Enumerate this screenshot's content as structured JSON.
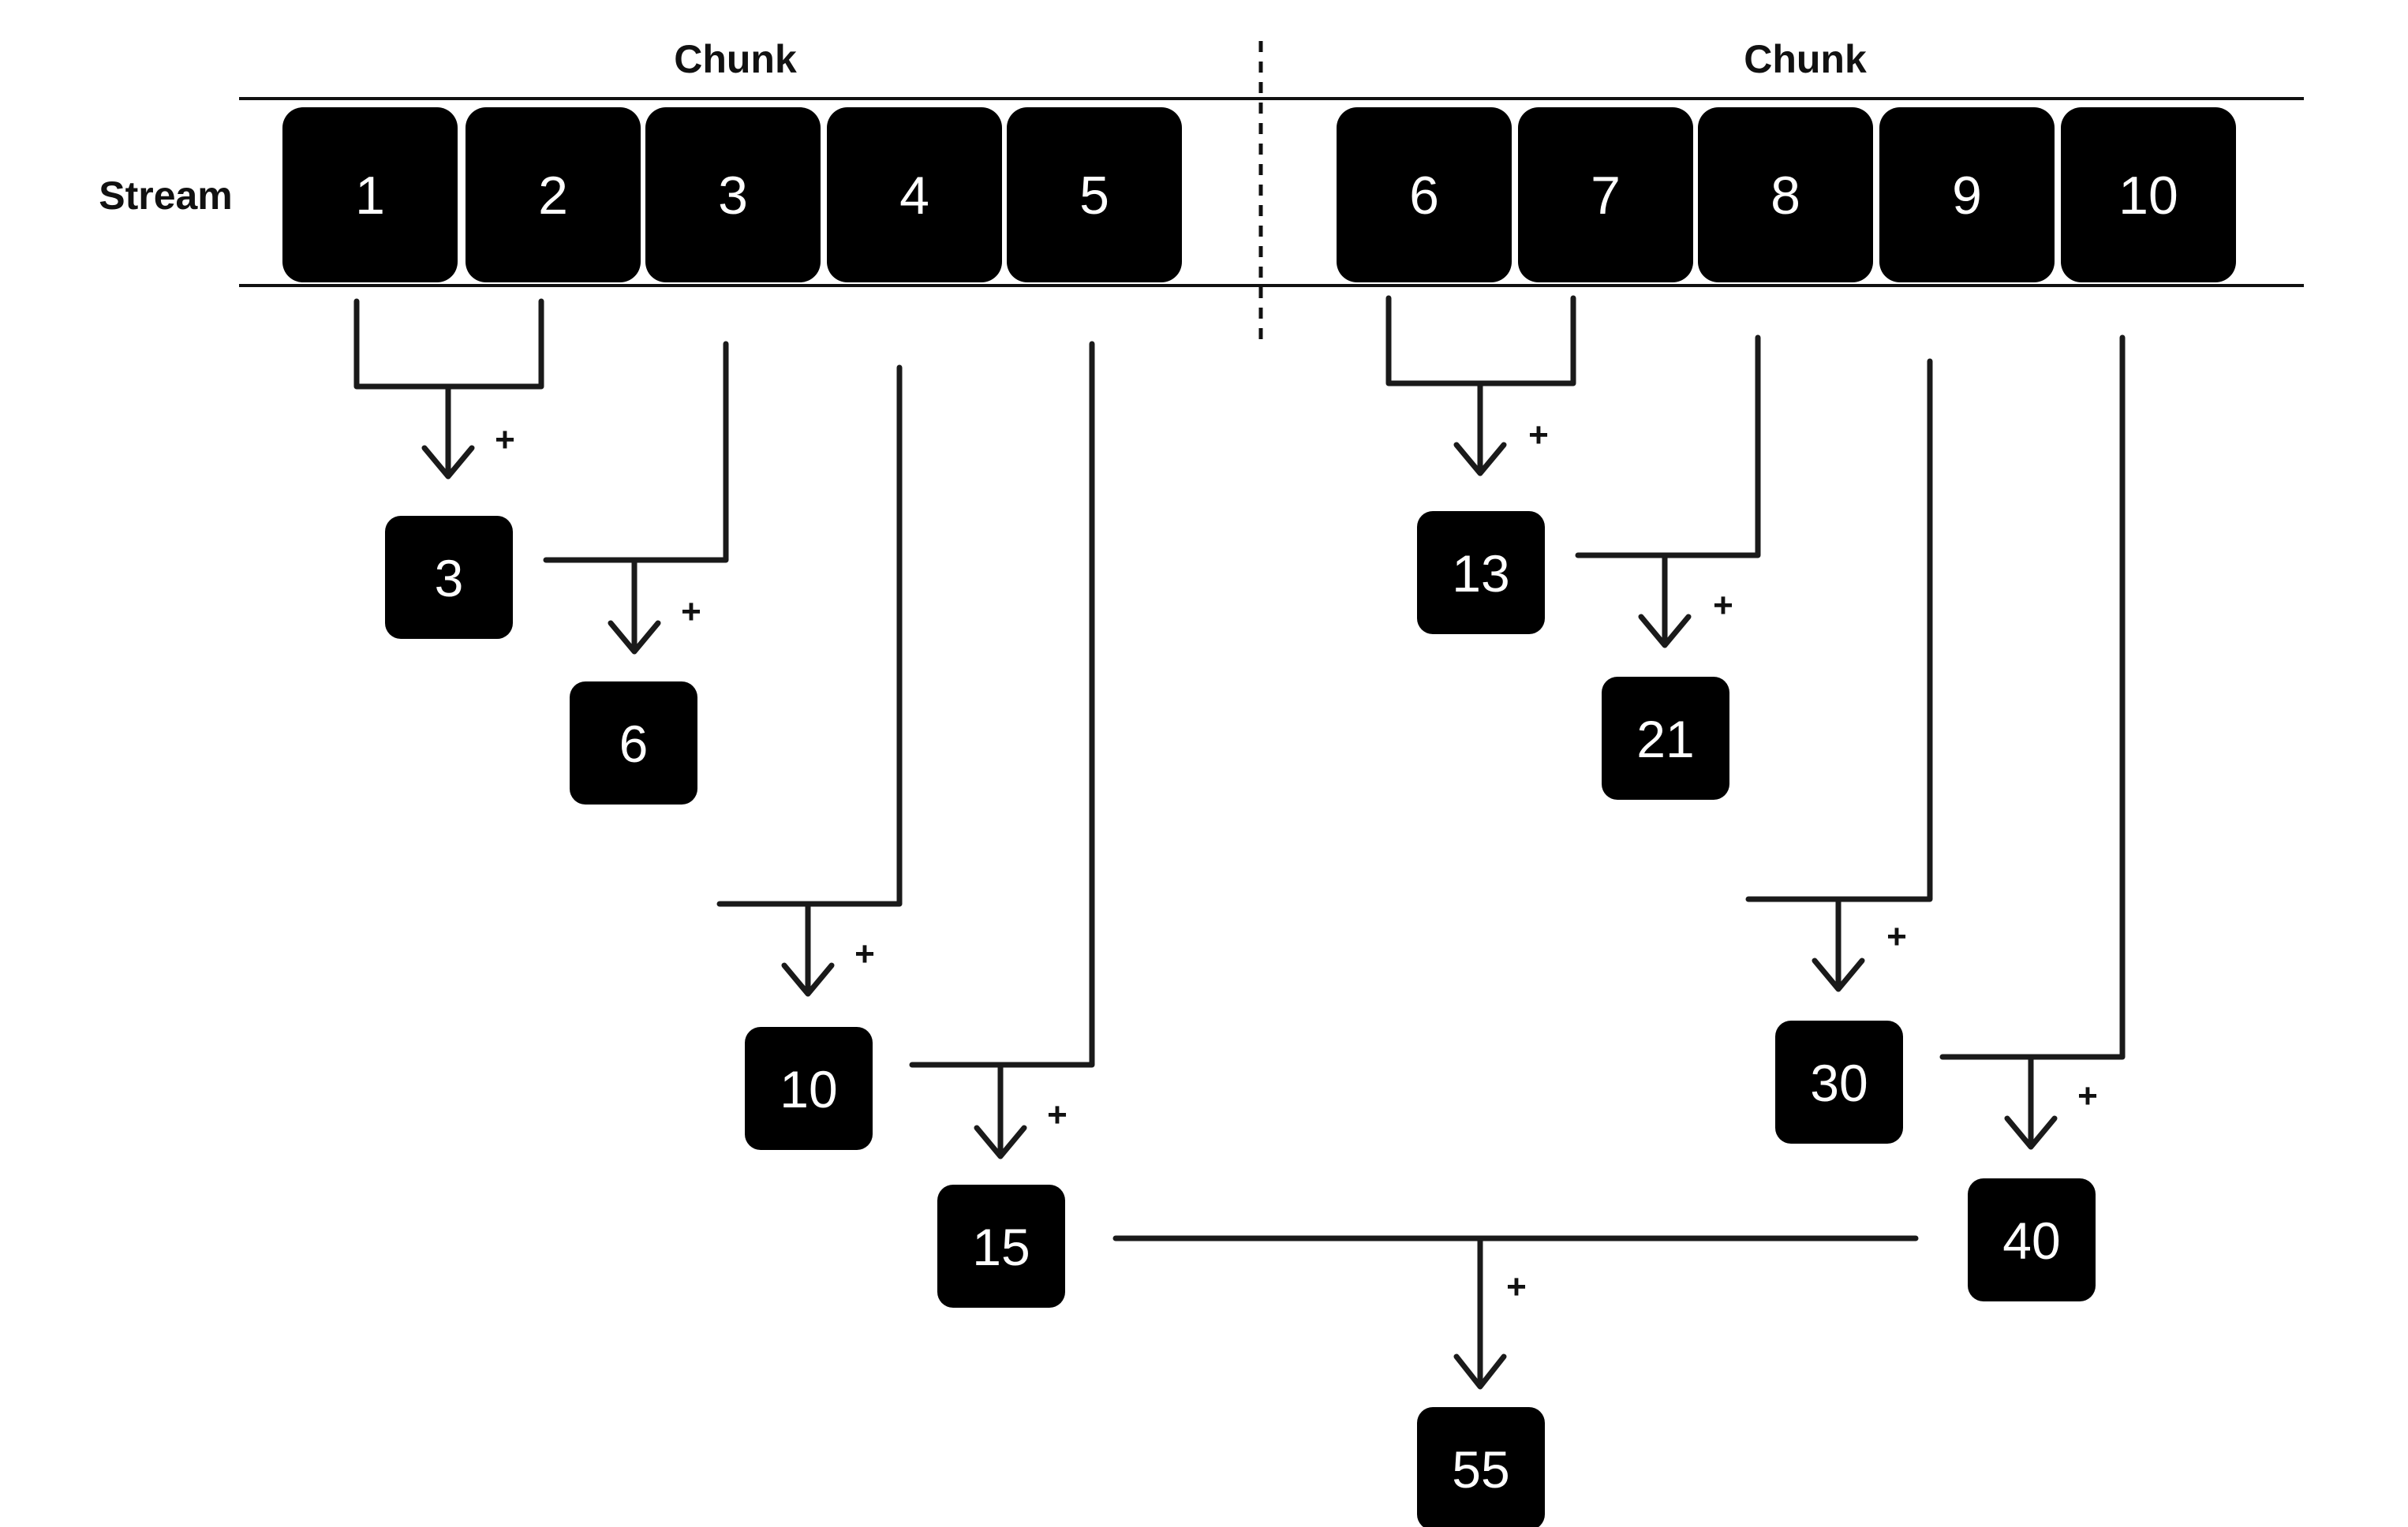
{
  "chunk_label": "Chunk",
  "stream_label": "Stream",
  "plus_sign": "+",
  "stream_values": [
    "1",
    "2",
    "3",
    "4",
    "5",
    "6",
    "7",
    "8",
    "9",
    "10"
  ],
  "partial_sums": {
    "s3": "3",
    "s6": "6",
    "s10": "10",
    "s15": "15",
    "s13": "13",
    "s21": "21",
    "s30": "30",
    "s40": "40",
    "total": "55"
  },
  "colors": {
    "box": "#000000",
    "box_text": "#ffffff",
    "line": "#1a1a1a"
  }
}
